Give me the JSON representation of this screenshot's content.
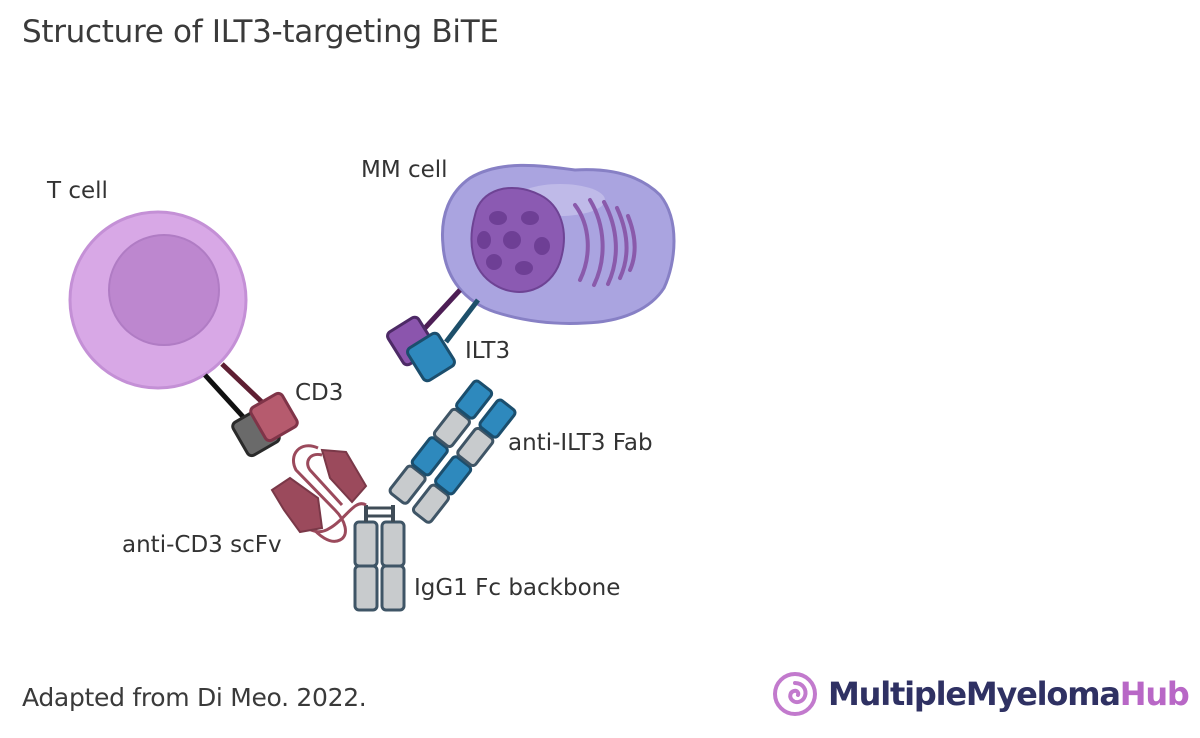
{
  "title": "Structure of ILT3-targeting BiTE",
  "labels": {
    "t_cell": "T cell",
    "mm_cell": "MM cell",
    "cd3": "CD3",
    "ilt3": "ILT3",
    "anti_ilt3_fab": "anti-ILT3 Fab",
    "anti_cd3_scfv": "anti-CD3 scFv",
    "igg1_fc": "IgG1 Fc backbone"
  },
  "footer": {
    "source": "Adapted from Di Meo. 2022."
  },
  "logo": {
    "part1": "Multiple",
    "part2": "Myeloma",
    "part3": "Hub",
    "icon": "spiral-logo-icon"
  },
  "colors": {
    "t_cell": "#d8a8e6",
    "t_cell_nucleus": "#bd87cf",
    "mm_cell": "#a9a3df",
    "mm_nucleus": "#8b5ab2",
    "cd3": "#b65b6e",
    "ilt3": "#2e89bd",
    "scfv": "#9b4a5c",
    "fc": "#c8cbcd",
    "logo_dark": "#2f3163",
    "logo_accent": "#b867c6"
  }
}
